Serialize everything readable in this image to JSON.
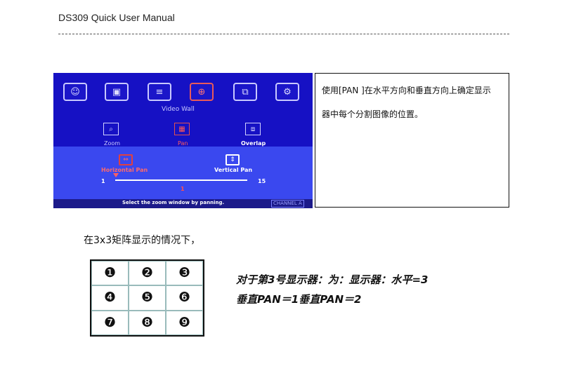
{
  "header": {
    "title": "DS309 Quick User Manual"
  },
  "osd": {
    "tabs": [
      {
        "icon": "palette-icon",
        "glyph": "☺"
      },
      {
        "icon": "picture-icon",
        "glyph": "▣"
      },
      {
        "icon": "input-icon",
        "glyph": "≡"
      },
      {
        "icon": "globe-icon",
        "glyph": "⊕"
      },
      {
        "icon": "cube-icon",
        "glyph": "⧉"
      },
      {
        "icon": "gear-icon",
        "glyph": "⚙"
      }
    ],
    "section_title": "Video Wall",
    "sub_items": [
      {
        "label": "Zoom",
        "icon": "zoom-icon",
        "glyph": "⌕"
      },
      {
        "label": "Pan",
        "icon": "pan-grid-icon",
        "glyph": "▦"
      },
      {
        "label": "Overlap",
        "icon": "overlap-icon",
        "glyph": "⧈"
      }
    ],
    "horizontal_pan": "Horizontal Pan",
    "vertical_pan": "Vertical Pan",
    "slider_min": "1",
    "slider_max": "15",
    "slider_value": "1",
    "status_text": "Select the zoom window by panning.",
    "channel": "CHANNEL A"
  },
  "description": {
    "line1": "使用[PAN ]在水平方向和垂直方向上确定显示",
    "line2": "器中每个分割图像的位置。"
  },
  "subheading": "在3x3矩阵显示的情况下，",
  "grid": [
    "❶",
    "❷",
    "❸",
    "❹",
    "❺",
    "❻",
    "❼",
    "❽",
    "❾"
  ],
  "notes": {
    "line1": "对于第3号显示器：为：显示器：水平=3",
    "line2": "垂直PAN＝1垂直PAN＝2"
  },
  "colors": {
    "osd_blue": "#1b16c9",
    "osd_light_blue": "#3a48ef",
    "active_red": "#e85a5a"
  }
}
